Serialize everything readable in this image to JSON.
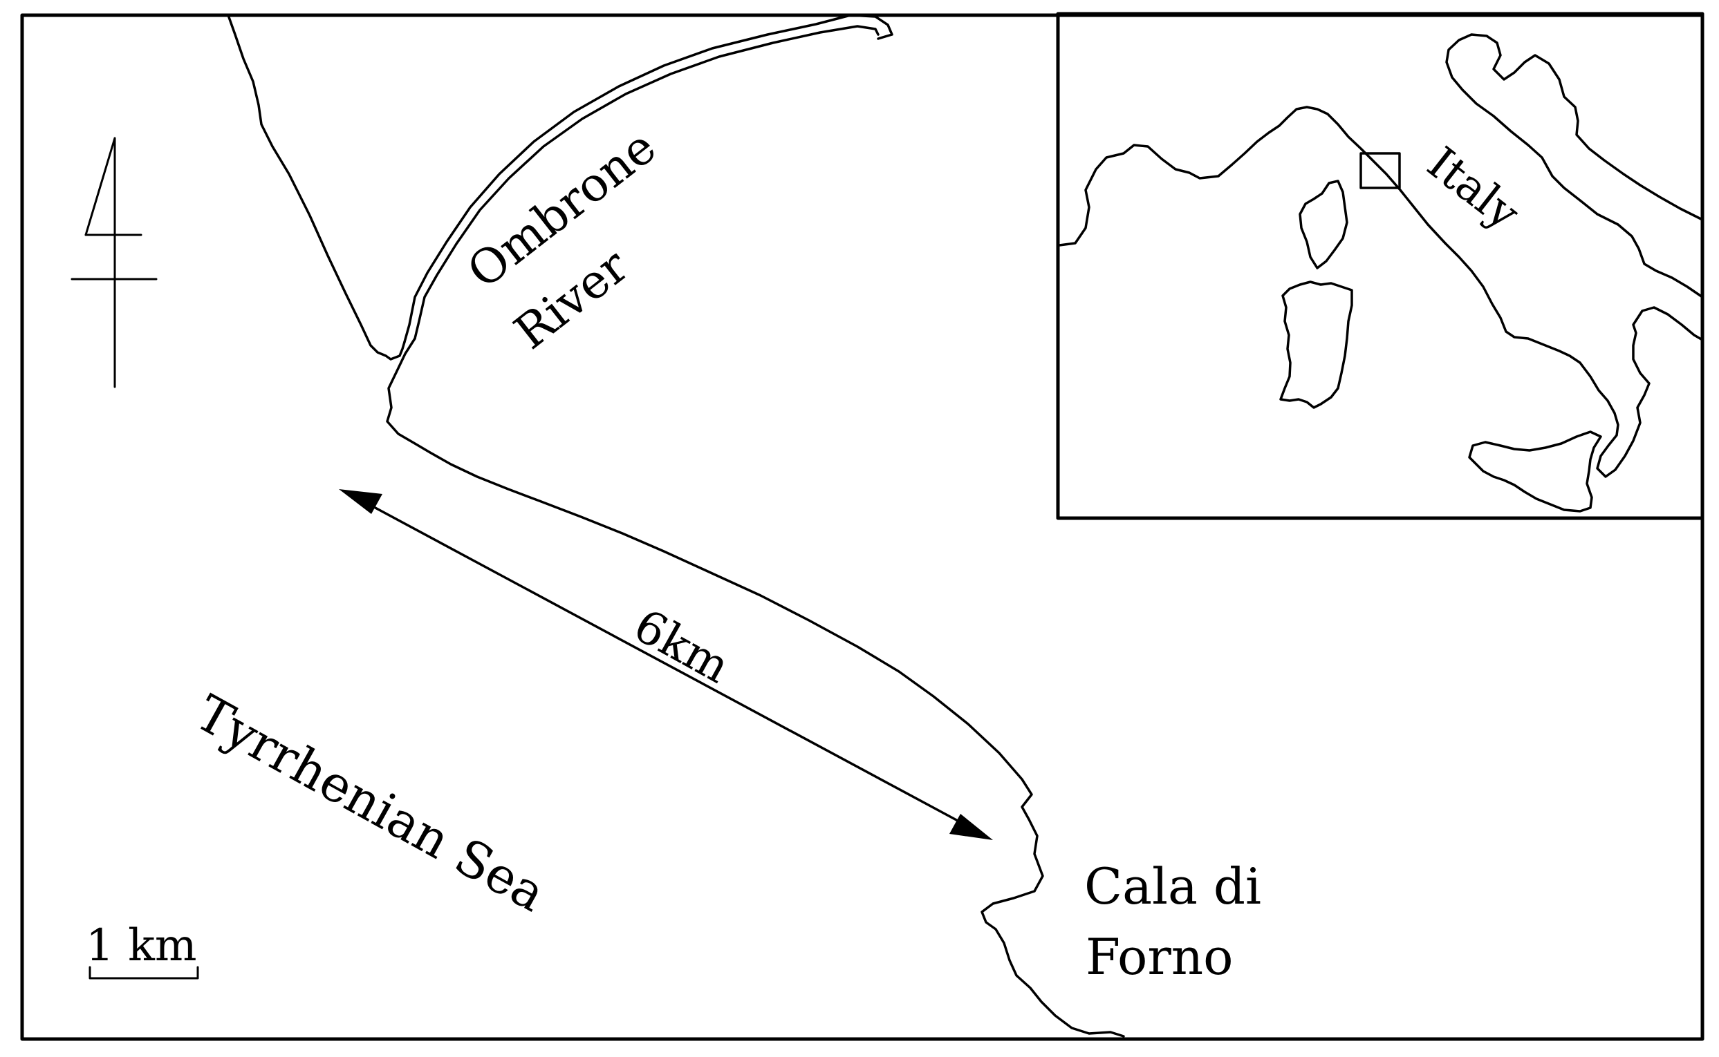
{
  "labels": {
    "river_line1": "Ombrone",
    "river_line2": "River",
    "sea": "Tyrrhenian Sea",
    "distance": "6km",
    "place_line1": "Cala di",
    "place_line2": "Forno",
    "country": "Italy",
    "scale": "1 km"
  },
  "colors": {
    "ink": "#000000",
    "background": "#ffffff"
  },
  "icons": {
    "north": "north-arrow-icon",
    "distance": "double-arrow-icon",
    "location": "study-area-box-icon"
  }
}
